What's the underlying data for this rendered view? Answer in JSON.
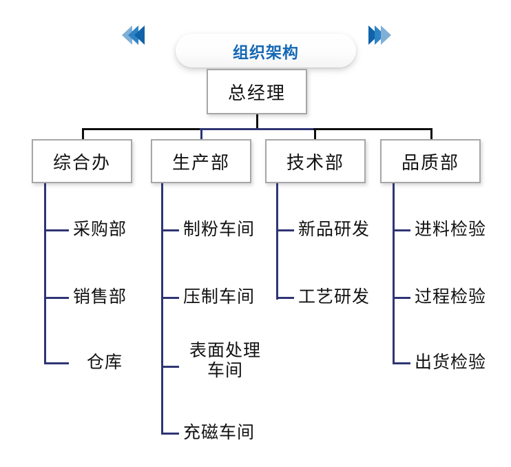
{
  "header": {
    "title": "组织架构",
    "title_color": "#1568B5",
    "left_chevrons_icon": "chevron-left-triple-icon",
    "right_chevrons_icon": "chevron-right-triple-icon",
    "chevron_colors_left": [
      "#7FAFD6",
      "#2E83C4",
      "#1063A8"
    ],
    "chevron_colors_right": [
      "#1063A8",
      "#2E83C4",
      "#7FAFD6"
    ]
  },
  "colors": {
    "box_border": "#A6A6A6",
    "connector_navy": "#2E3473",
    "connector_black": "#0d0d0d",
    "text": "#111111",
    "background": "#ffffff"
  },
  "chart_data": {
    "type": "diagram",
    "title": "组织架构",
    "root": "总经理",
    "departments": [
      {
        "name": "综合办",
        "children": [
          "采购部",
          "销售部",
          "仓库"
        ]
      },
      {
        "name": "生产部",
        "children": [
          "制粉车间",
          "压制车间",
          "表面处理\n车间",
          "充磁车间"
        ]
      },
      {
        "name": "技术部",
        "children": [
          "新品研发",
          "工艺研发"
        ]
      },
      {
        "name": "品质部",
        "children": [
          "进料检验",
          "过程检验",
          "出货检验"
        ]
      }
    ]
  }
}
